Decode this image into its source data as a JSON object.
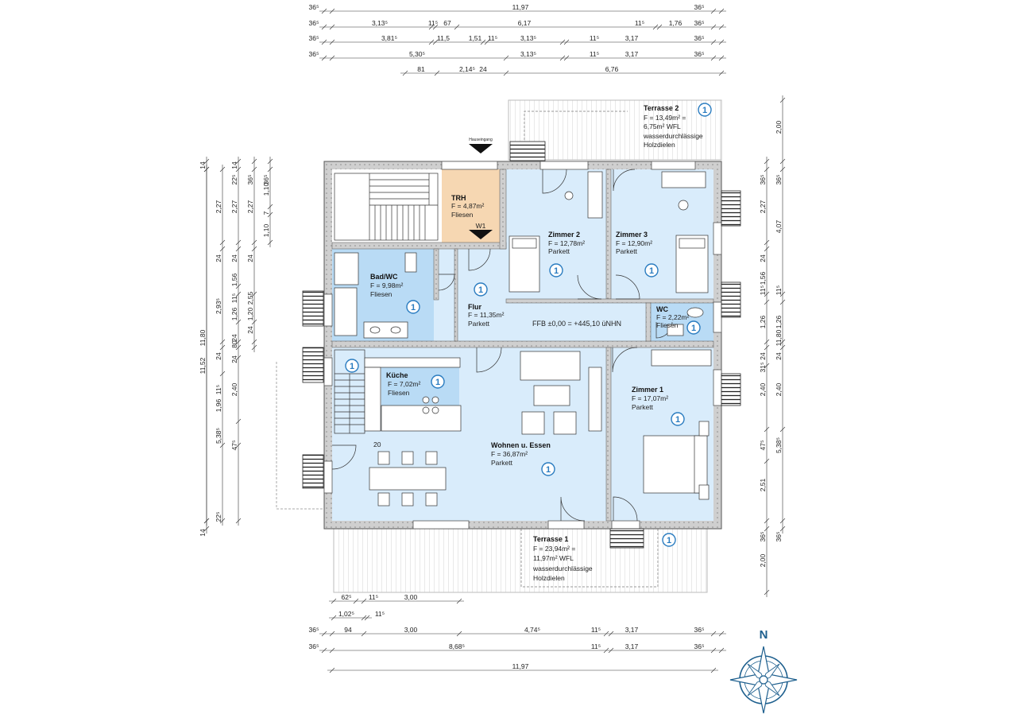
{
  "colors": {
    "room_fill": "#d9ecfb",
    "bath_fill": "#b9dbf5",
    "trh_fill": "#f6d7b2",
    "wall": "#9a9a9a",
    "accent": "#2a7cc0"
  },
  "top_dims": {
    "row1": [
      "36⁵",
      "11,97",
      "36⁵"
    ],
    "row2": [
      "36⁵",
      "3,13⁵",
      "11⁵",
      "67",
      "6,17",
      "11⁵",
      "1,76",
      "36⁵"
    ],
    "row3": [
      "36⁵",
      "3,81⁵",
      "11,5",
      "1,51",
      "11⁵",
      "3,13⁵",
      "11⁵",
      "3,17",
      "36⁵"
    ],
    "row4": [
      "36⁵",
      "5,30⁵",
      "3,13⁵",
      "11⁵",
      "3,17",
      "36⁵"
    ],
    "row5": [
      "81",
      "2,14⁵",
      "24",
      "6,76"
    ]
  },
  "bottom_dims": {
    "row1": [
      "62⁵",
      "11⁵",
      "3,00"
    ],
    "row2": [
      "1,02⁵",
      "11⁵"
    ],
    "row3": [
      "36⁵",
      "94",
      "3,00",
      "4,74⁵",
      "11⁵",
      "3,17",
      "36⁵"
    ],
    "row4": [
      "36⁵",
      "8,68⁵",
      "11⁵",
      "3,17",
      "36⁵"
    ],
    "row5": [
      "11,97"
    ]
  },
  "left_dims": {
    "col1": [
      "14",
      "11,80",
      "14"
    ],
    "col2": [
      "2,27",
      "24",
      "2,93⁵",
      "24",
      "1,96",
      "11⁵",
      "5,38⁵",
      "22⁵"
    ],
    "col3": [
      "11,52"
    ],
    "col4": [
      "14",
      "22⁵",
      "2,27",
      "24",
      "1,56",
      "11⁵",
      "1,26",
      "24",
      "80",
      "24",
      "2,40",
      "47⁵"
    ],
    "col5": [
      "36⁵",
      "2,27",
      "24",
      "2,55",
      "1,20",
      "24"
    ],
    "col6": [
      "36⁵",
      "1,10",
      "7",
      "1,10"
    ]
  },
  "right_dims": {
    "col1": [
      "36⁵",
      "2,27",
      "24",
      "1,56",
      "11⁵",
      "1,26",
      "24",
      "31⁵",
      "2,40",
      "47⁵",
      "2,51",
      "36⁵",
      "2,00"
    ],
    "col2": [
      "2,00",
      "36⁵",
      "4,07",
      "11⁵",
      "1,26",
      "24",
      "2,40",
      "5,38⁵",
      "36⁵",
      "11,80"
    ]
  },
  "rooms": {
    "trh": {
      "name": "TRH",
      "area": "F = 4,87m²",
      "floor": "Fliesen"
    },
    "zimmer2": {
      "name": "Zimmer 2",
      "area": "F = 12,78m²",
      "floor": "Parkett"
    },
    "zimmer3": {
      "name": "Zimmer 3",
      "area": "F = 12,90m²",
      "floor": "Parkett"
    },
    "bad": {
      "name": "Bad/WC",
      "area": "F = 9,98m²",
      "floor": "Fliesen"
    },
    "flur": {
      "name": "Flur",
      "area": "F = 11,35m²",
      "floor": "Parkett"
    },
    "wc": {
      "name": "WC",
      "area": "F = 2,22m²",
      "floor": "Fliesen"
    },
    "kueche": {
      "name": "Küche",
      "area": "F = 7,02m²",
      "floor": "Fliesen"
    },
    "wohnen": {
      "name": "Wohnen u. Essen",
      "area": "F = 36,87m²",
      "floor": "Parkett"
    },
    "zimmer1": {
      "name": "Zimmer 1",
      "area": "F = 17,07m²",
      "floor": "Parkett"
    }
  },
  "terrace1": {
    "name": "Terrasse 1",
    "line1": "F = 23,94m² =",
    "line2": "11,97m² WFL",
    "line3": "wasserdurchlässige",
    "line4": "Holzdielen"
  },
  "terrace2": {
    "name": "Terrasse 2",
    "line1": "F = 13,49m² =",
    "line2": "6,75m² WFL",
    "line3": "wasserdurchlässige",
    "line4": "Holzdielen"
  },
  "ffb_label": "FFB ±0,00 = +445,10 üNHN",
  "hauseingang": "Hauseingang",
  "w1_label": "W1",
  "stair_label": "20",
  "marker_label": "1",
  "north_label": "N"
}
